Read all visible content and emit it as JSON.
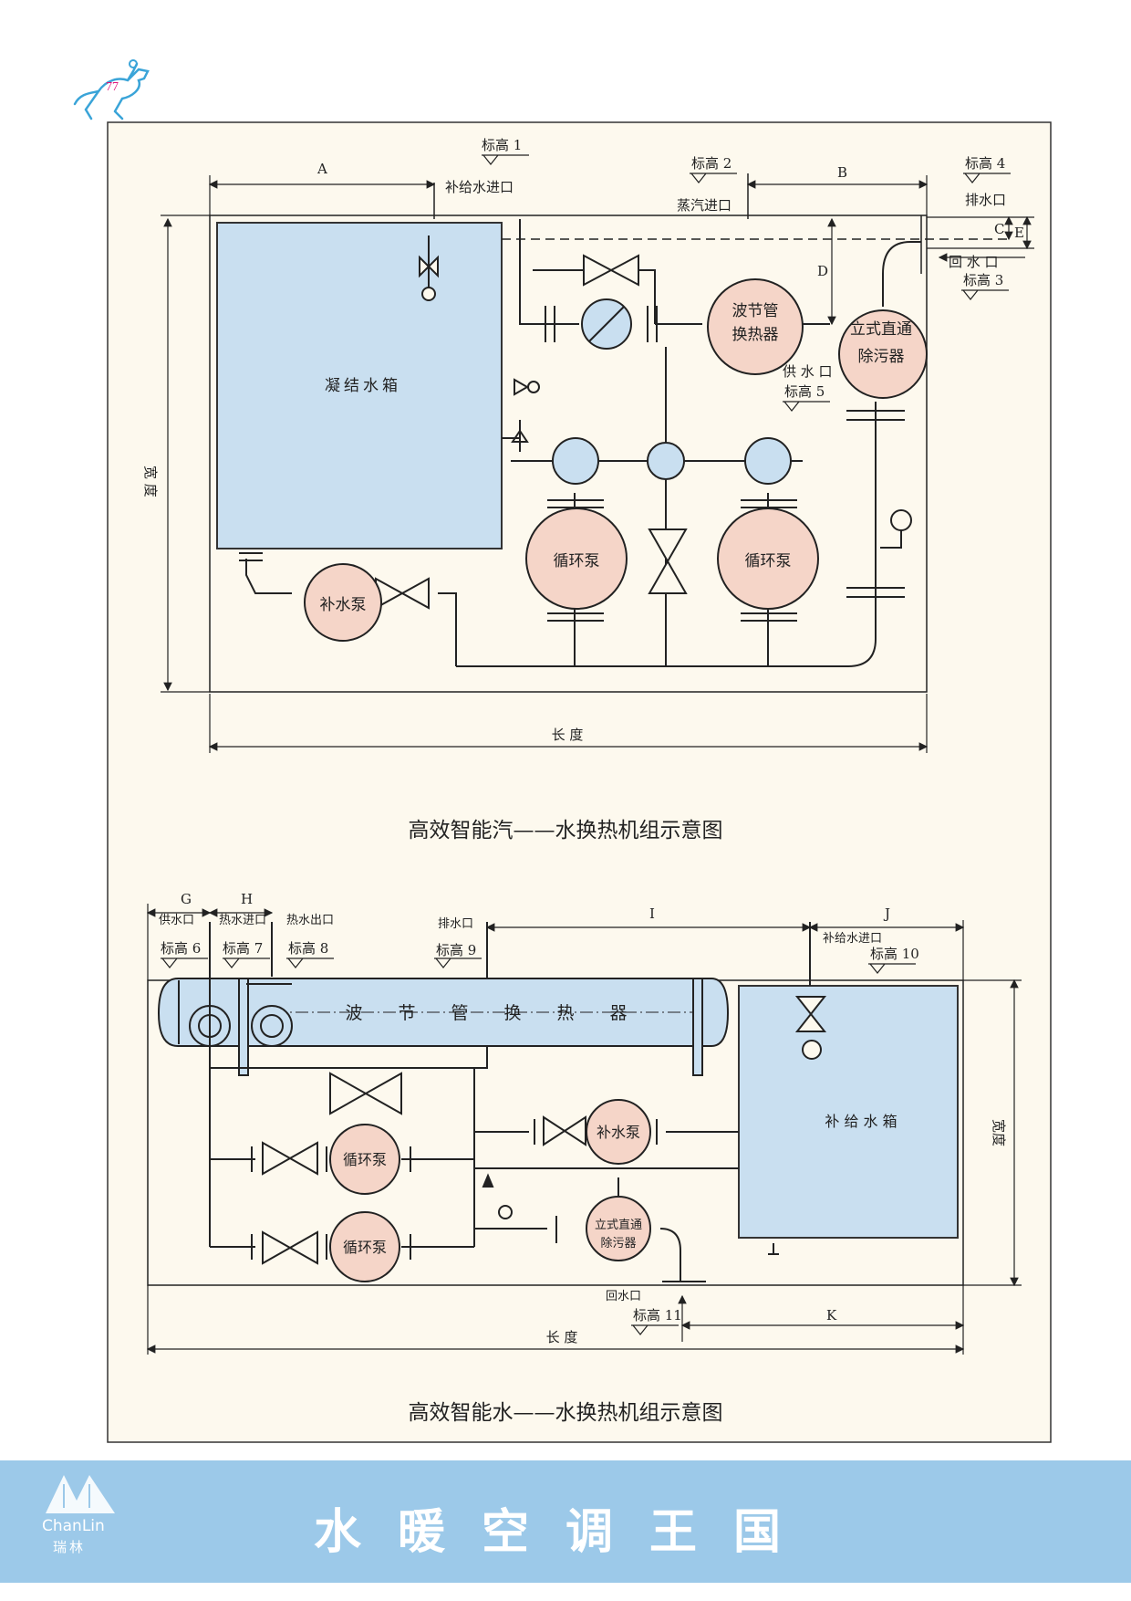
{
  "page_number": "77",
  "diagram1": {
    "caption": "高效智能汽——水换热机组示意图",
    "condensate_tank": "凝结水箱",
    "heat_exchanger": [
      "波节管",
      "换热器"
    ],
    "separator": [
      "立式直通",
      "除污器"
    ],
    "circ_pump": "循环泵",
    "makeup_pump": "补水泵",
    "makeup_inlet": "补给水进口",
    "steam_inlet": "蒸汽进口",
    "drain": "排水口",
    "return_water": "回 水 口",
    "supply_water": "供 水 口",
    "el1": "标高 1",
    "el2": "标高 2",
    "el3": "标高 3",
    "el4": "标高 4",
    "el5": "标高 5",
    "dim_a": "A",
    "dim_b": "B",
    "dim_c": "C",
    "dim_d": "D",
    "dim_e": "E",
    "length": "长 度",
    "width": "宽 度"
  },
  "diagram2": {
    "caption": "高效智能水——水换热机组示意图",
    "heat_exchanger": [
      "波",
      "节",
      "管",
      "换",
      "热",
      "器"
    ],
    "makeup_tank": "补 给 水 箱",
    "circ_pump": "循环泵",
    "makeup_pump": "补水泵",
    "separator": [
      "立式直通",
      "除污器"
    ],
    "supply_water": "供水口",
    "hot_in": "热水进口",
    "hot_out": "热水出口",
    "drain": "排水口",
    "makeup_inlet": "补给水进口",
    "return_water": "回水口",
    "el6": "标高 6",
    "el7": "标高 7",
    "el8": "标高 8",
    "el9": "标高 9",
    "el10": "标高 10",
    "el11": "标高 11",
    "dim_g": "G",
    "dim_h": "H",
    "dim_i": "I",
    "dim_j": "J",
    "dim_k": "K",
    "length": "长 度",
    "width": "宽度"
  },
  "footer": {
    "title": "水暖空调王国",
    "brand_en": "ChanLin",
    "brand_cn": "瑞林"
  },
  "colors": {
    "frame_bg": "#fdf9ee",
    "tank_fill": "#c9dff0",
    "pump_fill": "#f5d5c8",
    "footer_bg": "#9cc9e9"
  }
}
